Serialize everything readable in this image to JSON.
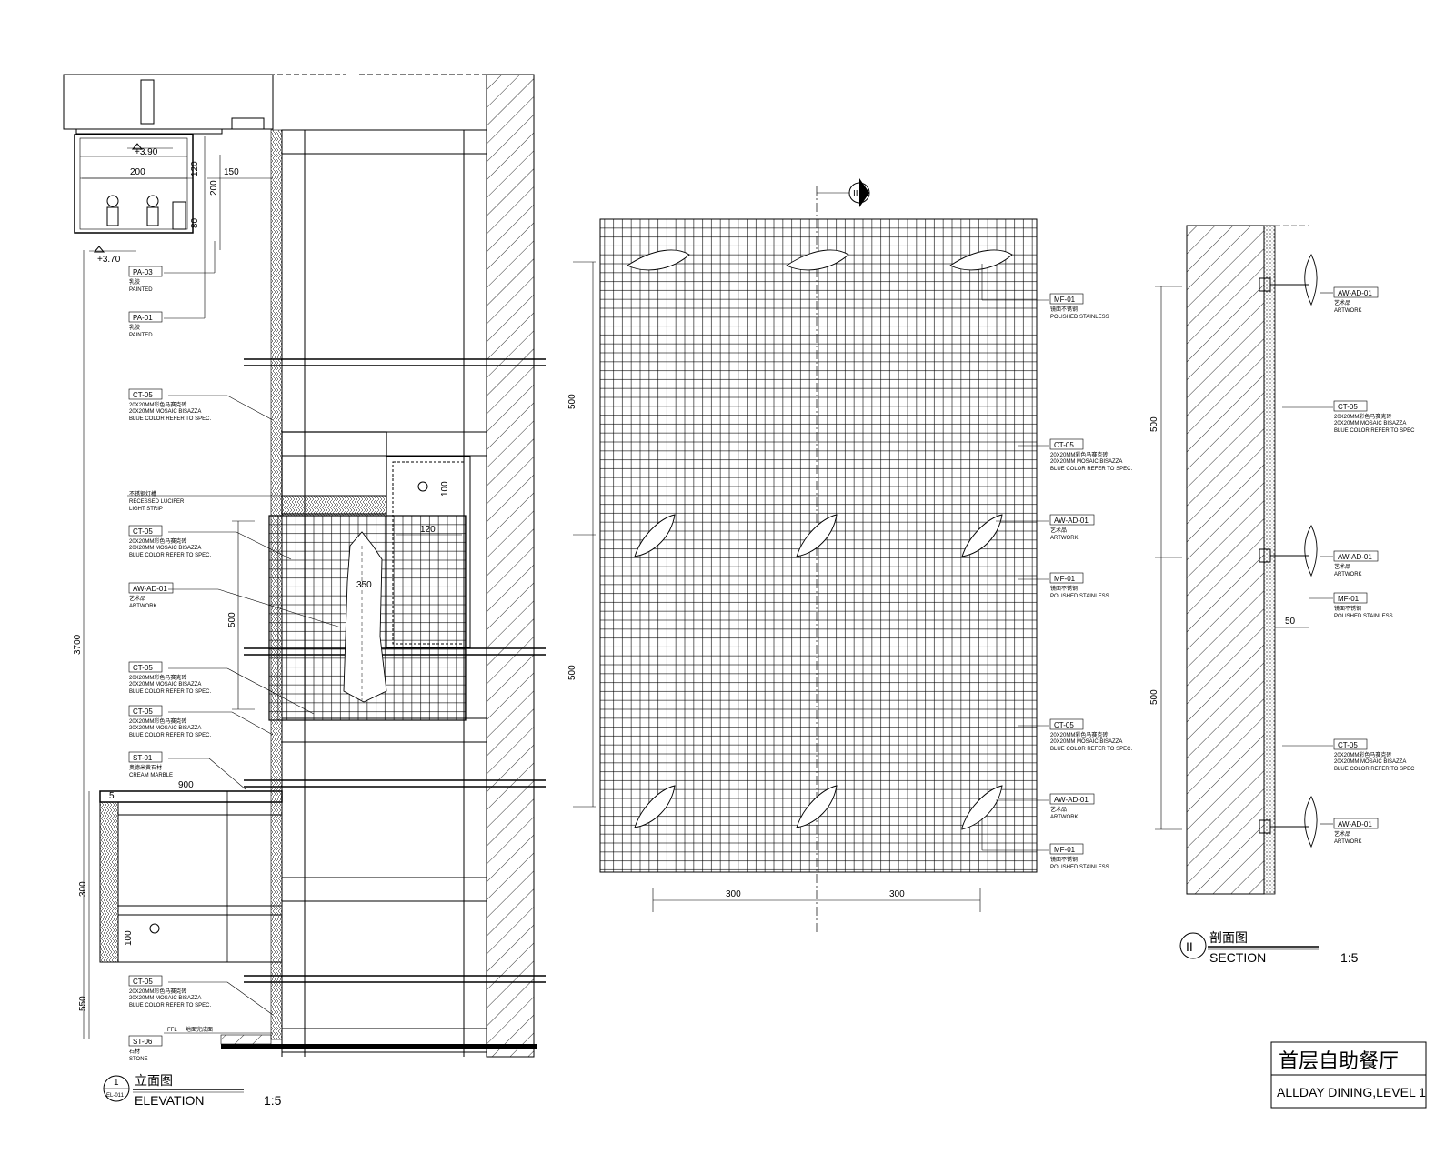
{
  "elevation": {
    "title_cn": "立面图",
    "title_en": "ELEVATION",
    "scale": "1:5",
    "symbol_num": "1",
    "symbol_ref": "EL-011",
    "levels": [
      "+3.90",
      "+3.70"
    ],
    "dims": {
      "d200": "200",
      "d120": "120",
      "d150": "150",
      "d200v": "200",
      "d80": "80",
      "d3700": "3700",
      "d100a": "100",
      "d120b": "120",
      "d350": "350",
      "d500": "500",
      "d900": "900",
      "d5": "5",
      "d300": "300",
      "d100b": "100",
      "d550": "550"
    },
    "ffl": "FFL",
    "ffl_cn": "地面完成面",
    "tags": [
      {
        "code": "PA-03",
        "cn": "乳胶",
        "lines": [
          "PAINTED"
        ]
      },
      {
        "code": "PA-01",
        "cn": "乳胶",
        "lines": [
          "PAINTED"
        ]
      },
      {
        "code": "CT-05",
        "cn": "",
        "lines": [
          "20X20MM彩色马赛克砖",
          "20X20MM MOSAIC BISAZZA",
          "BLUE COLOR REFER TO SPEC."
        ]
      },
      {
        "code": "",
        "cn": "不锈钢灯槽",
        "lines": [
          "RECESSED LUCIFER",
          "LIGHT STRIP"
        ]
      },
      {
        "code": "CT-05",
        "cn": "",
        "lines": [
          "20X20MM彩色马赛克砖",
          "20X20MM MOSAIC BISAZZA",
          "BLUE COLOR REFER TO SPEC."
        ]
      },
      {
        "code": "AW-AD-01",
        "cn": "艺术品",
        "lines": [
          "ARTWORK"
        ]
      },
      {
        "code": "CT-05",
        "cn": "",
        "lines": [
          "20X20MM彩色马赛克砖",
          "20X20MM MOSAIC BISAZZA",
          "BLUE COLOR REFER TO SPEC."
        ]
      },
      {
        "code": "CT-05",
        "cn": "",
        "lines": [
          "20X20MM彩色马赛克砖",
          "20X20MM MOSAIC BISAZZA",
          "BLUE COLOR REFER TO SPEC."
        ]
      },
      {
        "code": "ST-01",
        "cn": "奥德米黄石材",
        "lines": [
          "CREAM MARBLE"
        ]
      },
      {
        "code": "CT-05",
        "cn": "",
        "lines": [
          "20X20MM彩色马赛克砖",
          "20X20MM MOSAIC BISAZZA",
          "BLUE COLOR REFER TO SPEC."
        ]
      },
      {
        "code": "ST-06",
        "cn": "石材",
        "lines": [
          "STONE"
        ]
      }
    ]
  },
  "plan": {
    "dims": {
      "v500a": "500",
      "v500b": "500",
      "h300a": "300",
      "h300b": "300"
    },
    "section_symbol": "II",
    "tags": [
      {
        "code": "MF-01",
        "cn": "镜面不锈钢",
        "lines": [
          "POLISHED STAINLESS"
        ]
      },
      {
        "code": "CT-05",
        "cn": "",
        "lines": [
          "20X20MM彩色马赛克砖",
          "20X20MM MOSAIC BISAZZA",
          "BLUE COLOR REFER TO SPEC."
        ]
      },
      {
        "code": "AW-AD-01",
        "cn": "艺术品",
        "lines": [
          "ARTWORK"
        ]
      },
      {
        "code": "MF-01",
        "cn": "镜面不锈钢",
        "lines": [
          "POLISHED STAINLESS"
        ]
      },
      {
        "code": "CT-05",
        "cn": "",
        "lines": [
          "20X20MM彩色马赛克砖",
          "20X20MM MOSAIC BISAZZA",
          "BLUE COLOR REFER TO SPEC."
        ]
      },
      {
        "code": "AW-AD-01",
        "cn": "艺术品",
        "lines": [
          "ARTWORK"
        ]
      },
      {
        "code": "MF-01",
        "cn": "镜面不锈钢",
        "lines": [
          "POLISHED STAINLESS"
        ]
      }
    ]
  },
  "section": {
    "title_cn": "剖面图",
    "title_en": "SECTION",
    "scale": "1:5",
    "symbol_num": "II",
    "dims": {
      "v500a": "500",
      "v500b": "500",
      "d50": "50"
    },
    "tags": [
      {
        "code": "AW-AD-01",
        "cn": "艺术品",
        "lines": [
          "ARTWORK"
        ]
      },
      {
        "code": "CT-05",
        "cn": "",
        "lines": [
          "20X20MM彩色马赛克砖",
          "20X20MM MOSAIC BISAZZA",
          "BLUE COLOR REFER TO SPEC"
        ]
      },
      {
        "code": "AW-AD-01",
        "cn": "艺术品",
        "lines": [
          "ARTWORK"
        ]
      },
      {
        "code": "MF-01",
        "cn": "镜面不锈钢",
        "lines": [
          "POLISHED STAINLESS"
        ]
      },
      {
        "code": "CT-05",
        "cn": "",
        "lines": [
          "20X20MM彩色马赛克砖",
          "20X20MM MOSAIC BISAZZA",
          "BLUE COLOR REFER TO SPEC"
        ]
      },
      {
        "code": "AW-AD-01",
        "cn": "艺术品",
        "lines": [
          "ARTWORK"
        ]
      }
    ]
  },
  "title_block": {
    "cn": "首层自助餐厅",
    "en": "ALLDAY DINING,LEVEL 1"
  }
}
